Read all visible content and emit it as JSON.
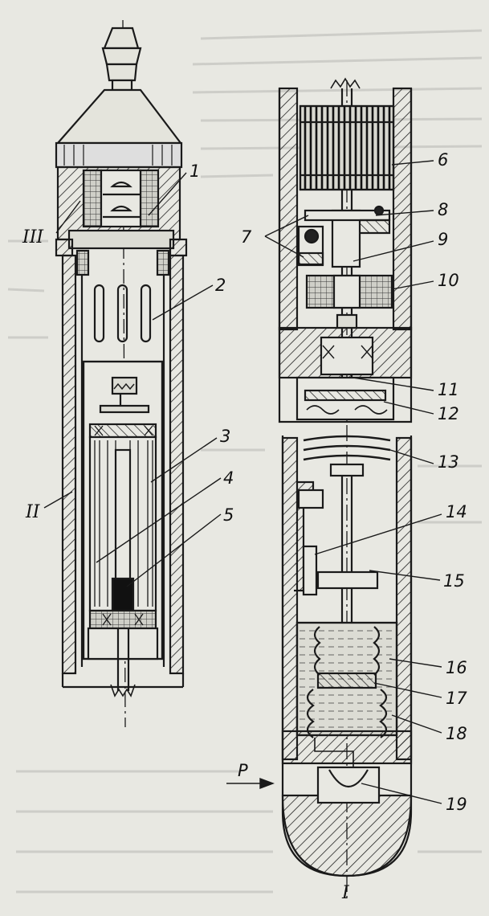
{
  "diagram": {
    "sections": {
      "I": "I",
      "II": "II",
      "III": "III"
    },
    "callouts": {
      "c1": "1",
      "c2": "2",
      "c3": "3",
      "c4": "4",
      "c5": "5",
      "c6": "6",
      "c7": "7",
      "c8": "8",
      "c9": "9",
      "c10": "10",
      "c11": "11",
      "c12": "12",
      "c13": "13",
      "c14": "14",
      "c15": "15",
      "c16": "16",
      "c17": "17",
      "c18": "18",
      "c19": "19"
    },
    "force_label": "P"
  },
  "colors": {
    "ink": "#1a1a1a",
    "paper": "#e8e8e2",
    "wash": "#d6d6cf"
  }
}
